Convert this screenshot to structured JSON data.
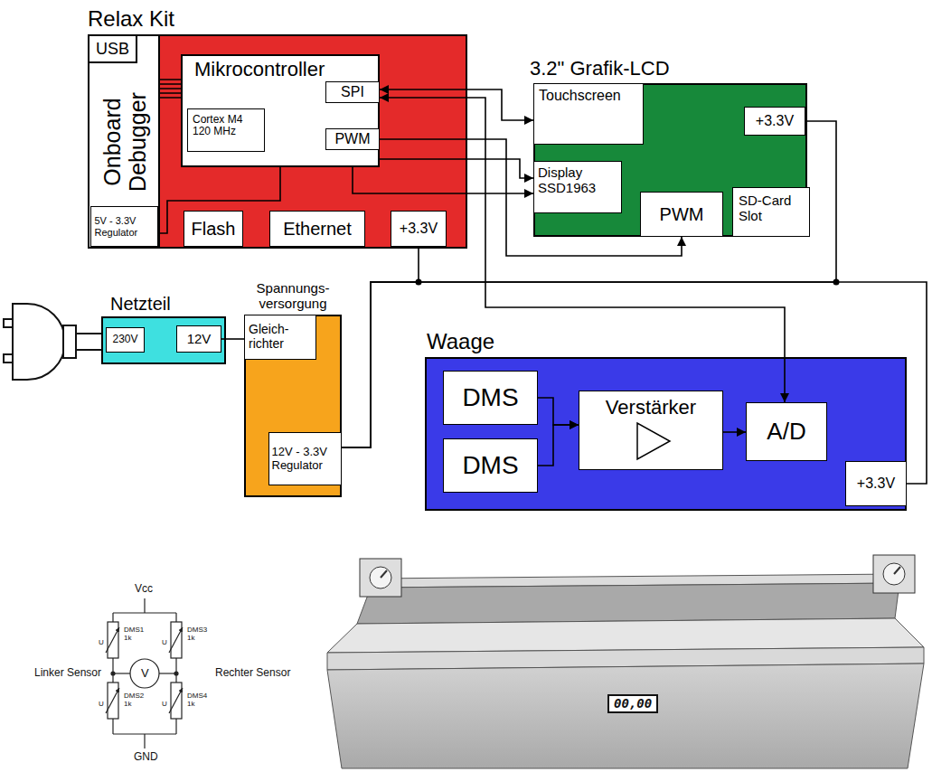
{
  "diagram": {
    "nodes": [
      {
        "text": [
          "Relax Kit"
        ]
      },
      {
        "text": [
          "USB"
        ],
        "in": 0
      },
      {
        "text": [
          "Onboard Debugger"
        ],
        "in": 0
      },
      {
        "text": [
          "Mikrocontroller"
        ],
        "in": 0
      },
      {
        "text": [
          "Cortex M4 120 MHz"
        ],
        "in": 3
      },
      {
        "text": [
          "SPI"
        ],
        "in": 3
      },
      {
        "text": [
          "PWM"
        ],
        "in": 3
      },
      {
        "text": [
          "5V - 3.3V Regulator"
        ],
        "in": 2
      },
      {
        "text": [
          "Flash"
        ],
        "in": 0
      },
      {
        "text": [
          "Ethernet"
        ],
        "in": 0
      },
      {
        "text": [
          "+3.3V"
        ],
        "in": 0
      },
      {
        "text": [
          "3.2\" Grafik-LCD"
        ]
      },
      {
        "text": [
          "Touchscreen"
        ],
        "in": 11
      },
      {
        "text": [
          "+3.3V"
        ],
        "in": 11
      },
      {
        "text": [
          "Display SSD1963"
        ],
        "in": 11
      },
      {
        "text": [
          "PWM"
        ],
        "in": 11
      },
      {
        "text": [
          "SD-Card Slot"
        ],
        "in": 11
      },
      {
        "text": [
          "Netzteil"
        ]
      },
      {
        "text": [
          "230V"
        ],
        "in": 17
      },
      {
        "text": [
          "12V"
        ],
        "in": 17
      },
      {
        "text": [
          "Spannungs- versorgung"
        ]
      },
      {
        "text": [
          "Gleich- richter"
        ],
        "in": 20
      },
      {
        "text": [
          "12V - 3.3V Regulator"
        ],
        "in": 20
      },
      {
        "text": [
          "Waage"
        ]
      },
      {
        "text": [
          "DMS"
        ],
        "in": 23
      },
      {
        "text": [
          "DMS"
        ],
        "in": 23
      },
      {
        "text": [
          "Verstärker"
        ],
        "in": 23
      },
      {
        "text": [
          "A/D"
        ],
        "in": 23
      },
      {
        "text": [
          "+3.3V"
        ],
        "in": 23
      }
    ],
    "edges": [
      {
        "from": 5,
        "to": 12,
        "arrow": "both"
      },
      {
        "from": 5,
        "to": 27,
        "arrow": "both"
      },
      {
        "from": 6,
        "to": 15,
        "arrow": "to"
      },
      {
        "from": 3,
        "to": 14,
        "arrow": "to"
      },
      {
        "from": 3,
        "to": 14,
        "arrow": "to"
      },
      {
        "from": 2,
        "to": 3,
        "arrow": "none"
      },
      {
        "from": 7,
        "to": 3,
        "arrow": "none"
      },
      {
        "from": 22,
        "to": 10,
        "arrow": "none"
      },
      {
        "from": 22,
        "to": 13,
        "arrow": "none"
      },
      {
        "from": 22,
        "to": 28,
        "arrow": "none"
      },
      {
        "from": 19,
        "to": 21,
        "arrow": "none"
      },
      {
        "from": 24,
        "to": 26,
        "arrow": "to"
      },
      {
        "from": 25,
        "to": 26,
        "arrow": "to"
      },
      {
        "from": 26,
        "to": 27,
        "arrow": "to"
      }
    ],
    "labels": [
      "Vcc",
      "DMS1 1k",
      "DMS3 1k",
      "Linker Sensor",
      "V",
      "Rechter Sensor",
      "DMS2 1k",
      "DMS4 1k",
      "GND",
      "U",
      "U",
      "U",
      "U",
      "00,00"
    ]
  }
}
